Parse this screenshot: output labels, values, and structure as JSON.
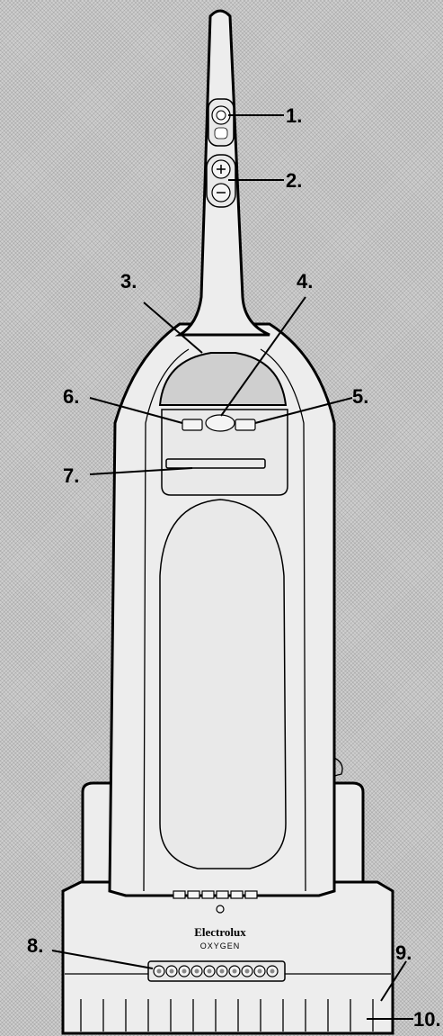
{
  "brand": {
    "name": "Electrolux",
    "model": "OXYGEN"
  },
  "callouts": [
    {
      "number": "1."
    },
    {
      "number": "2."
    },
    {
      "number": "3."
    },
    {
      "number": "4."
    },
    {
      "number": "5."
    },
    {
      "number": "6."
    },
    {
      "number": "7."
    },
    {
      "number": "8."
    },
    {
      "number": "9."
    },
    {
      "number": "10."
    }
  ]
}
